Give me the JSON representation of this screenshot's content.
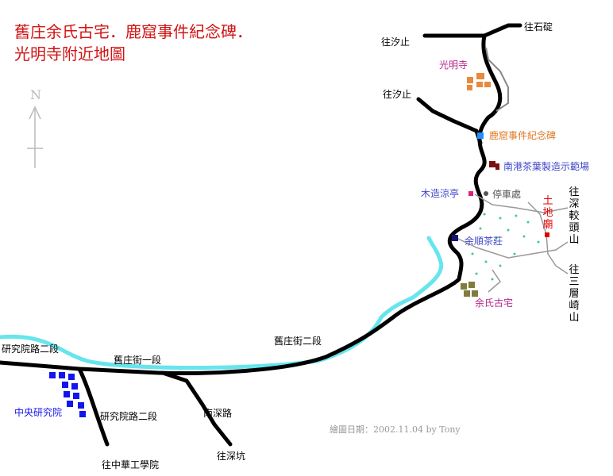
{
  "title": {
    "line1": "舊庄余氏古宅．鹿窟事件紀念碑．",
    "line2": "光明寺附近地圖"
  },
  "compass": {
    "letter": "N"
  },
  "colors": {
    "title": "#d21414",
    "road": "#000000",
    "river": "#66e5ee",
    "academia": "#1414ee",
    "temple": "#e88a3c",
    "monument": "#1e90ff",
    "tea_factory": "#7a1010",
    "pavilion": "#e0207a",
    "tea_farm": "#141478",
    "house": "#807d3c",
    "parking": "#555555",
    "land_god": "#e00000",
    "tea_field": "#41c89b",
    "purple_label": "#b4288c",
    "blue_label": "#4046c8",
    "orange_label": "#dd7a23"
  },
  "labels": {
    "to_shiding": "往石碇",
    "to_xizhi_1": "往汐止",
    "to_xizhi_2": "往汐止",
    "guangming_temple": "光明寺",
    "lukou_monument": "鹿窟事件紀念碑",
    "nangang_tea": "南港茶葉製造示範場",
    "wooden_pavilion": "木造涼亭",
    "parking": "停車處",
    "land_god_temple": "土地廟",
    "to_aotou_mountain": "往深較頭山",
    "yushun_tea": "余順茶莊",
    "to_sanceng_mountain": "往三層崎山",
    "yu_house": "余氏古宅",
    "jiuzhuang_st_sec2": "舊庄街二段",
    "jiuzhuang_st_sec1": "舊庄街一段",
    "yanjiuyuan_rd_sec2_left": "研究院路二段",
    "yanjiuyuan_rd_sec2_lower": "研究院路二段",
    "nanshen_rd": "南深路",
    "academia_sinica": "中央研究院",
    "to_shenkeng": "往深坑",
    "to_chinese_tech": "往中華工學院"
  },
  "credit": "繪圖日期：2002.11.04 by Tony"
}
